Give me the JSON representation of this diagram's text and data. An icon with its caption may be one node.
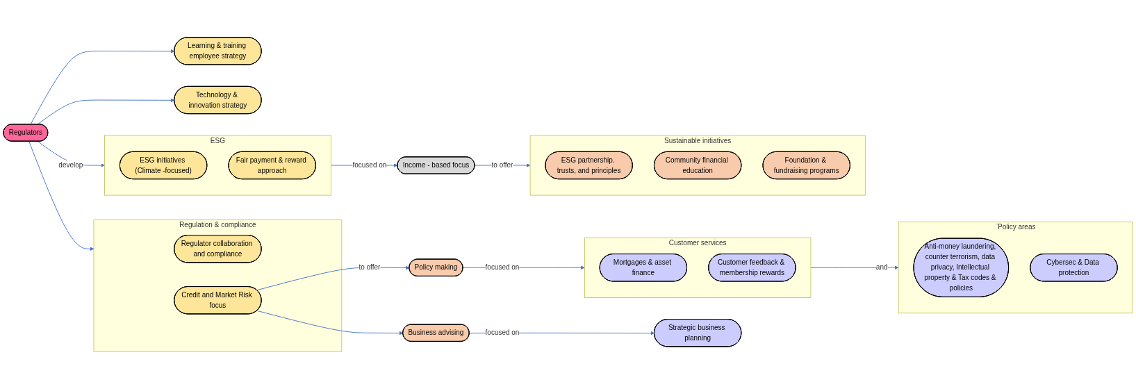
{
  "diagram": {
    "nodes": [
      {
        "text": [
          "Regulators"
        ]
      },
      {
        "text": [
          "ESG"
        ]
      },
      {
        "text": [
          "ESG initiatives (Climate -focused)"
        ],
        "in": 1
      },
      {
        "text": [
          "Fair payment & reward approach"
        ],
        "in": 1
      },
      {
        "text": [
          "Income - based focus"
        ]
      },
      {
        "text": [
          "Sustainable initiatives"
        ]
      },
      {
        "text": [
          "ESG partnership. trusts, and principles"
        ],
        "in": 5
      },
      {
        "text": [
          "Community financial education"
        ],
        "in": 5
      },
      {
        "text": [
          "Foundation & fundraising programs"
        ],
        "in": 5
      },
      {
        "text": [
          "Regulation & compliance"
        ]
      },
      {
        "text": [
          "Regulator collaboration and compliance"
        ],
        "in": 9
      },
      {
        "text": [
          "Credit and Market Risk focus"
        ],
        "in": 9
      },
      {
        "text": [
          "Learning & training employee strategy"
        ]
      },
      {
        "text": [
          "Technology & innovation strategy"
        ]
      },
      {
        "text": [
          "Policy making"
        ]
      },
      {
        "text": [
          "Customer services"
        ]
      },
      {
        "text": [
          "Mortgages & asset finance"
        ],
        "in": 15
      },
      {
        "text": [
          "Customer feedback & membership rewards"
        ],
        "in": 15
      },
      {
        "text": [
          "Business advising"
        ]
      },
      {
        "text": [
          "¨Policy areas"
        ]
      },
      {
        "text": [
          "Anti-money laundering, counter terrorism, data privacy, Intellectual property & Tax codes & policies"
        ],
        "in": 19
      },
      {
        "text": [
          "Cybersec & Data protection"
        ],
        "in": 19
      },
      {
        "text": [
          "Strategic business planning"
        ]
      }
    ],
    "edges": [
      {
        "from": 0,
        "to": 1,
        "arrow": "to",
        "label": "develop"
      },
      {
        "from": 0,
        "to": 12,
        "arrow": "to"
      },
      {
        "from": 0,
        "to": 13,
        "arrow": "to"
      },
      {
        "from": 0,
        "to": 9,
        "arrow": "to"
      },
      {
        "from": 1,
        "to": 4,
        "arrow": "to",
        "label": "focused on"
      },
      {
        "from": 4,
        "to": 5,
        "arrow": "to",
        "label": "to offer"
      },
      {
        "from": 11,
        "to": 14,
        "arrow": "to",
        "label": "to offer"
      },
      {
        "from": 11,
        "to": 18,
        "arrow": "to"
      },
      {
        "from": 14,
        "to": 15,
        "arrow": "to",
        "label": "focused on"
      },
      {
        "from": 15,
        "to": 19,
        "arrow": "to",
        "label": "and"
      },
      {
        "from": 18,
        "to": 22,
        "arrow": "to",
        "label": "focused on"
      }
    ]
  }
}
